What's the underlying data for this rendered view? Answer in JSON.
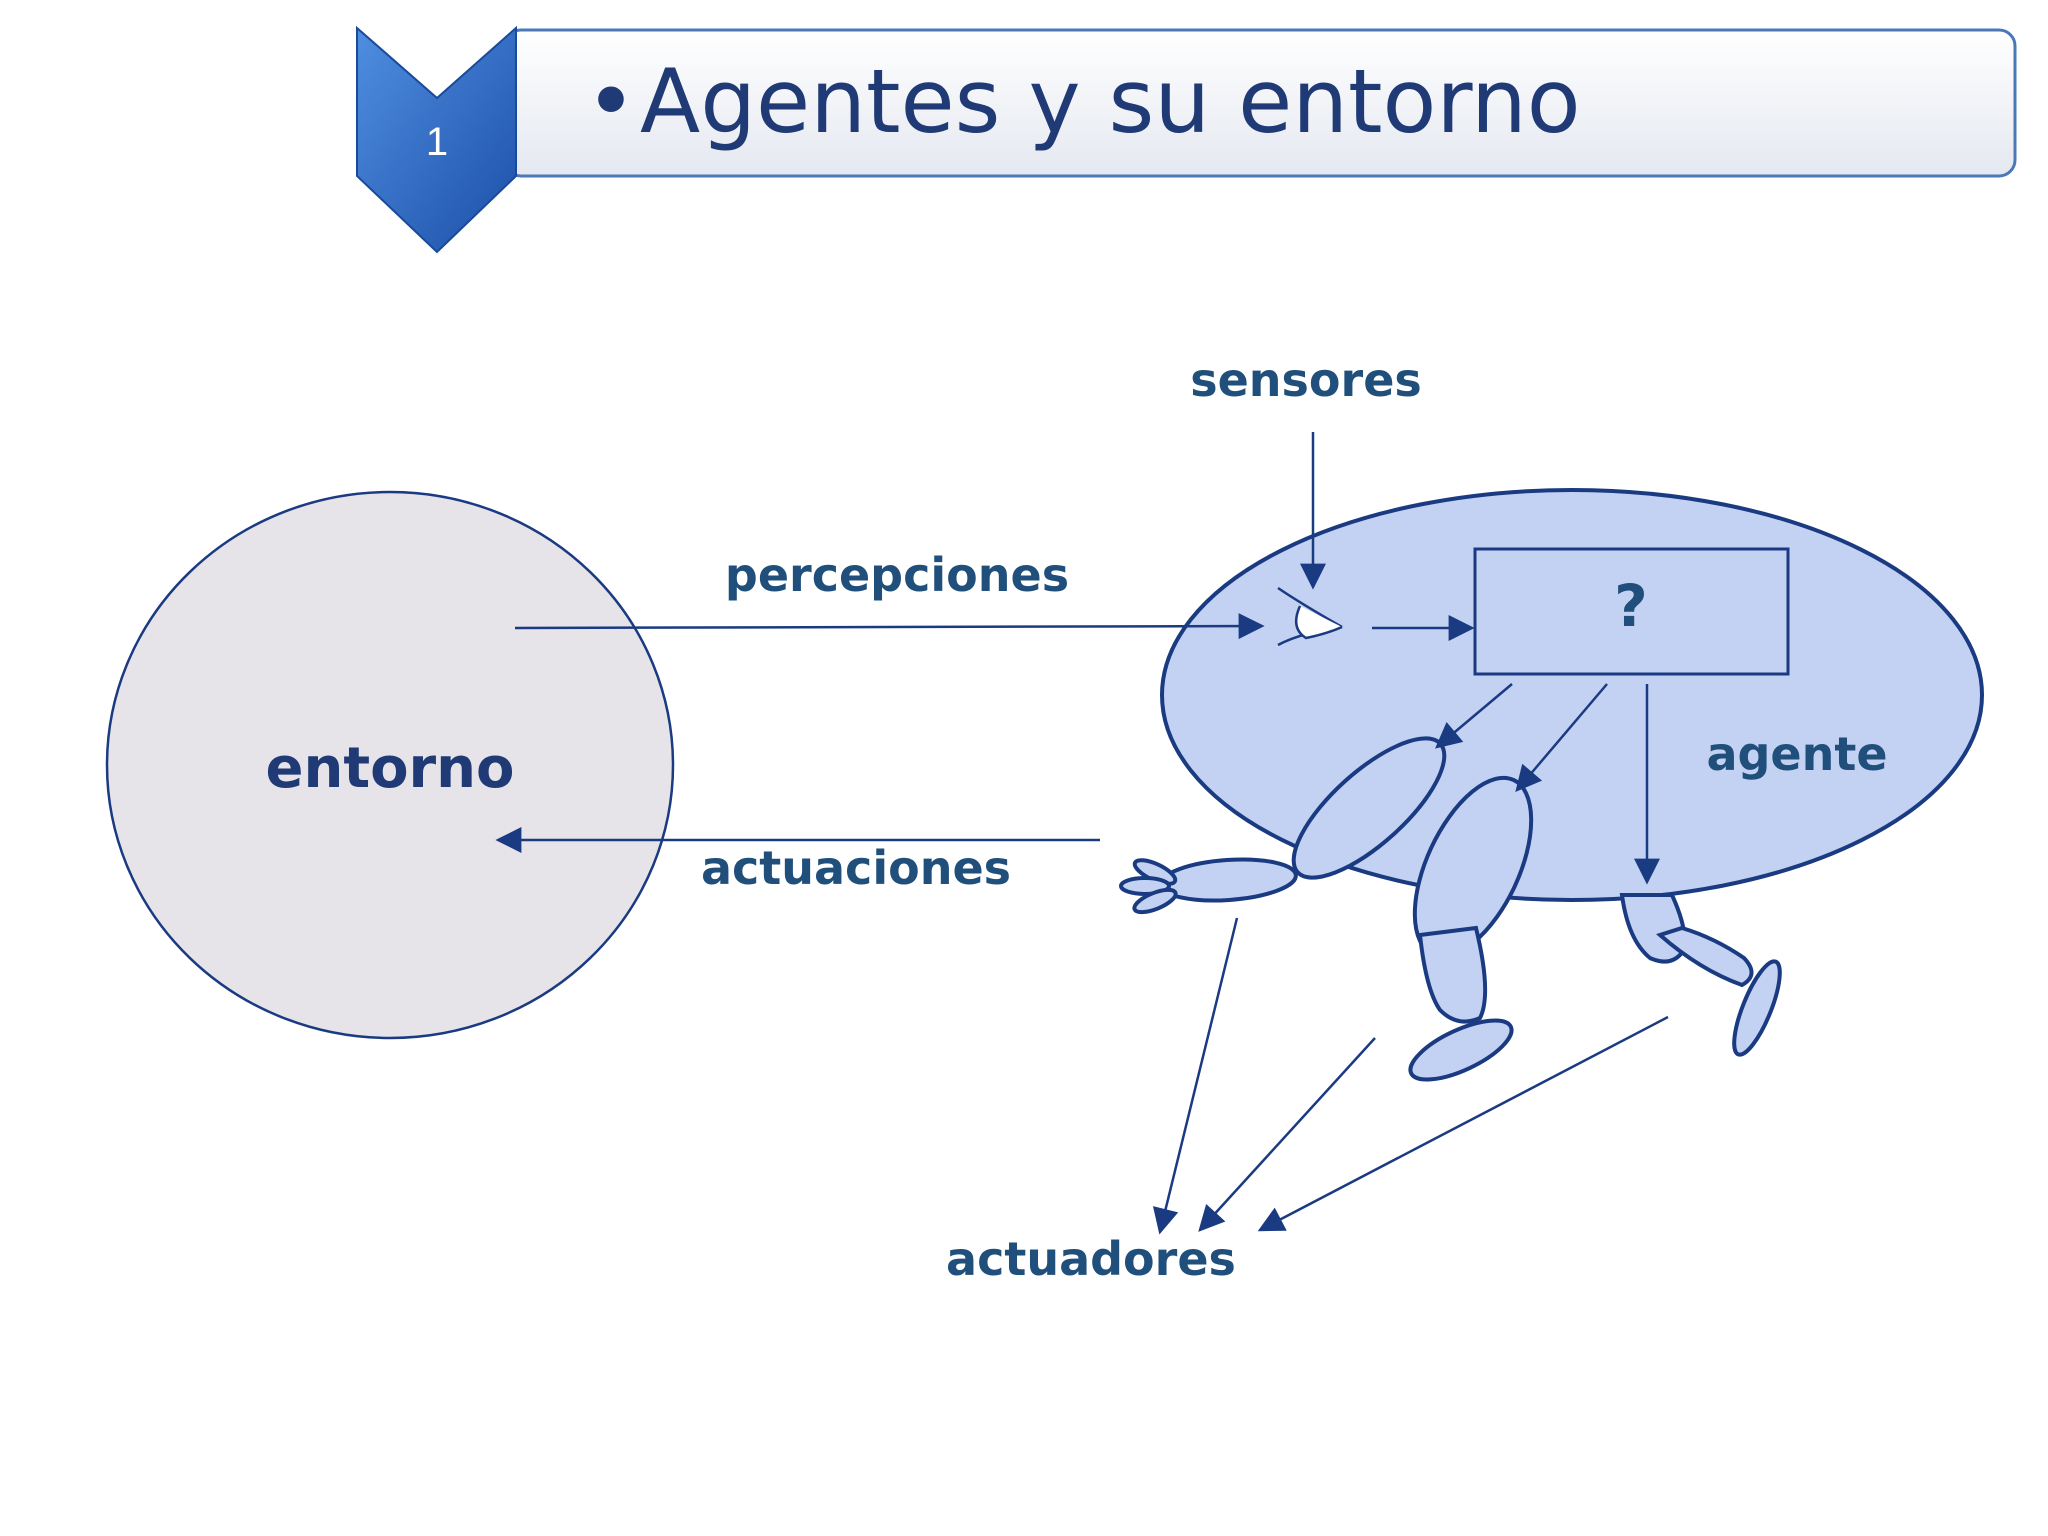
{
  "header": {
    "number": "1",
    "bullet": "•",
    "title": "Agentes y su entorno"
  },
  "diagram": {
    "environment_label": "entorno",
    "agent_label": "agente",
    "perceptions_label": "percepciones",
    "actions_label": "actuaciones",
    "sensors_label": "sensores",
    "actuators_label": "actuadores",
    "unknown_box_label": "?"
  },
  "colors": {
    "title_text": "#1f3a75",
    "label_text": "#1f4f7a",
    "environment_fill": "#e6e4e8",
    "agent_fill": "#c3d2f3",
    "stroke": "#1a3a82",
    "badge": "#2a6ac8",
    "banner_border": "#4a78b8"
  }
}
